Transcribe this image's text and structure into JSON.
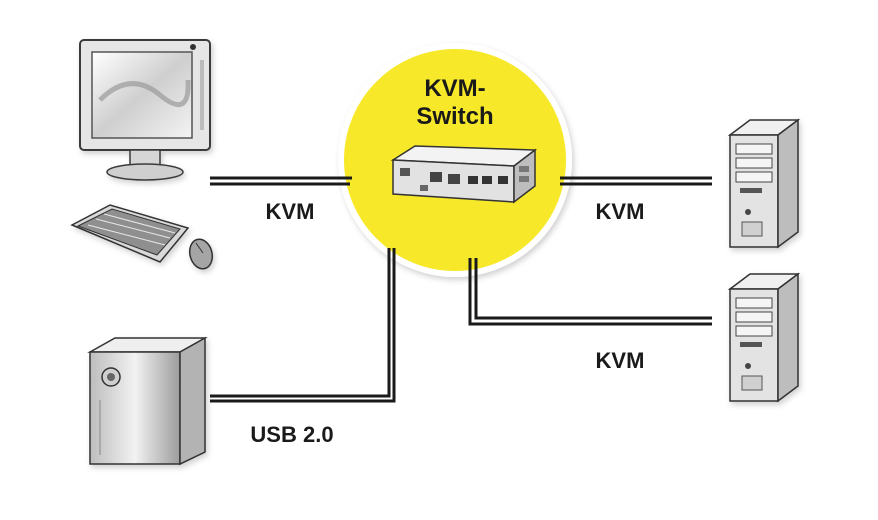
{
  "diagram": {
    "hub": {
      "title_line1": "KVM-",
      "title_line2": "Switch",
      "fill_color": "#f7e92c"
    },
    "connections": {
      "monitor_link": "KVM",
      "storage_link": "USB 2.0",
      "pc1_link": "KVM",
      "pc2_link": "KVM"
    },
    "devices": [
      "monitor-icon",
      "keyboard-icon",
      "mouse-icon",
      "external-drive-icon",
      "tower-pc-icon",
      "tower-pc-icon"
    ],
    "colors": {
      "line": "#1a1a1a",
      "device_body": "#e6e6e6",
      "device_outline": "#3a3a3a"
    }
  }
}
